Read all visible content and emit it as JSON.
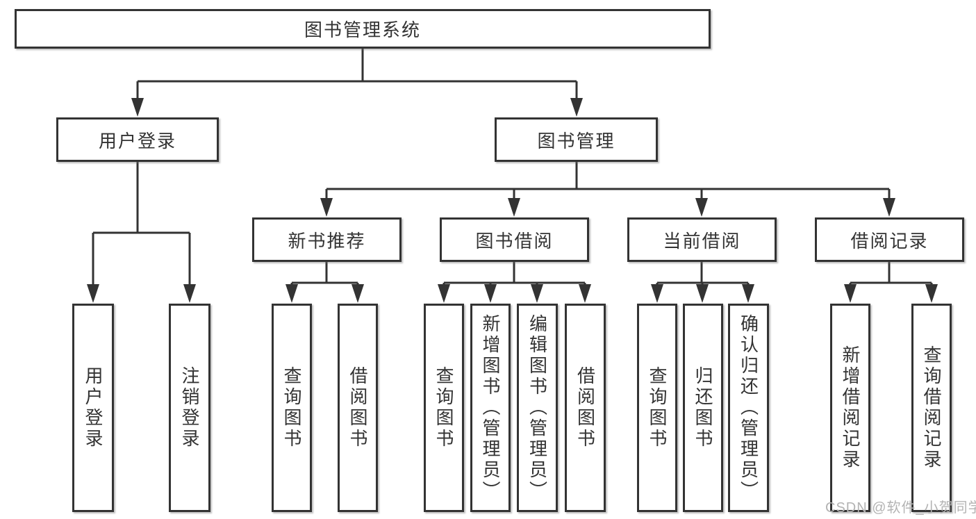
{
  "diagram": {
    "root": {
      "label": "图书管理系统"
    },
    "level2": [
      {
        "label": "用户登录",
        "children": [
          "用户登录",
          "注销登录"
        ]
      },
      {
        "label": "图书管理"
      }
    ],
    "level3": [
      {
        "label": "新书推荐",
        "children": [
          "查询图书",
          "借阅图书"
        ]
      },
      {
        "label": "图书借阅",
        "children": [
          "查询图书",
          "新增图书（管理员）",
          "编辑图书（管理员）",
          "借阅图书"
        ]
      },
      {
        "label": "当前借阅",
        "children": [
          "查询图书",
          "归还图书",
          "确认归还（管理员）"
        ]
      },
      {
        "label": "借阅记录",
        "children": [
          "新增借阅记录",
          "查询借阅记录"
        ]
      }
    ]
  },
  "watermark": {
    "text": "CSDN @软件_小贺同学"
  },
  "colors": {
    "line": "#333333",
    "box_border": "#333333",
    "box_background": "#ffffff",
    "text": "#333333",
    "watermark": "#b3b3b3"
  }
}
